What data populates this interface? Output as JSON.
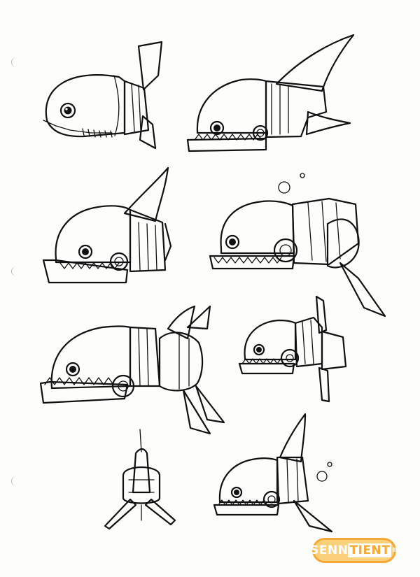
{
  "logo": {
    "part1": "SENN",
    "part2": "TIENT",
    "part3": "®",
    "colors": {
      "fill": "#fbd07a",
      "border": "#f6a935",
      "text": "#ffffff"
    }
  },
  "sketches": [
    "robot-fish-1",
    "robot-fish-2",
    "robot-fish-3",
    "robot-fish-4",
    "robot-fish-5",
    "robot-fish-6",
    "robot-fish-7-front",
    "robot-fish-8"
  ],
  "colors": {
    "paper": "#fdfdfb",
    "ink": "#111111",
    "punch_hole": "#b9b9b9"
  }
}
